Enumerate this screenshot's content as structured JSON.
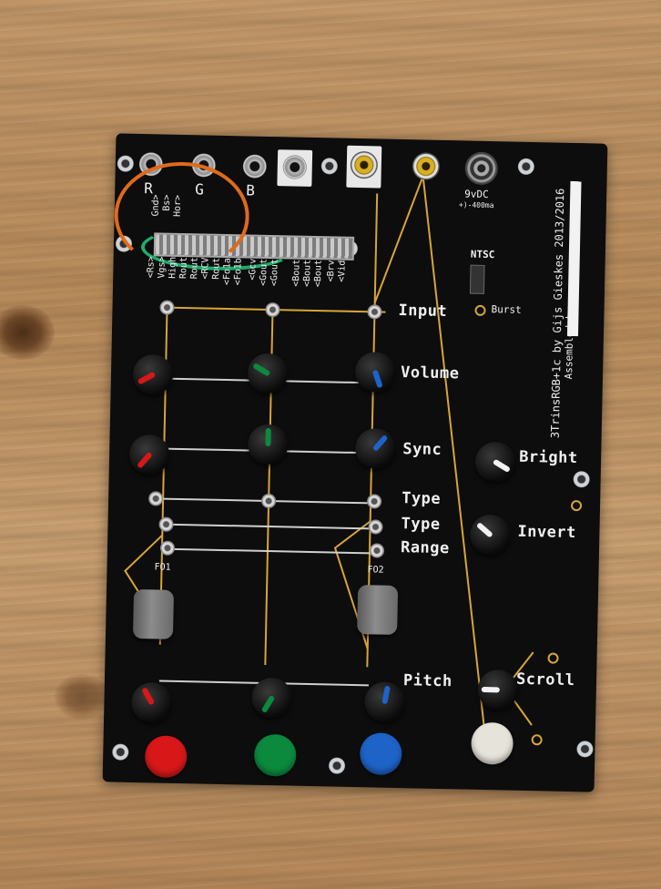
{
  "module": {
    "jacks_top": [
      "R",
      "G",
      "B"
    ],
    "credit": "3TrinsRGB+1c by Gijs Gieskes 2013/2016",
    "assembled": "Assembled by",
    "power": "9vDC",
    "power_sub": "+)-400ma",
    "ntsc_label": "NTSC",
    "burst_label": "Burst"
  },
  "labels": {
    "input": "Input",
    "volume": "Volume",
    "sync": "Sync",
    "type1": "Type",
    "type2": "Type",
    "range": "Range",
    "pitch": "Pitch",
    "bright": "Bright",
    "invert": "Invert",
    "scroll": "Scroll",
    "fo1": "FO1",
    "fo2": "FO2"
  },
  "header_pins": {
    "left_col": [
      "Gnd>",
      "Bs>",
      "Hor>",
      "Vgs>",
      "<Rs>",
      "High",
      "Rout",
      "Rout",
      "<RCV",
      "Rout"
    ],
    "right_col": [
      "<Vid",
      "<Brv",
      "<Bout",
      "<Bout",
      "<Bout",
      "<Gcv",
      "<Gout",
      "<Gout",
      "<Fo1a",
      "<Fo1b"
    ]
  },
  "colors": {
    "panel": "#0d0d0e",
    "trace": "#d8a535",
    "red": "#d81818",
    "green": "#0b8a3e",
    "blue": "#1e63c8",
    "white": "#e6e3da"
  }
}
